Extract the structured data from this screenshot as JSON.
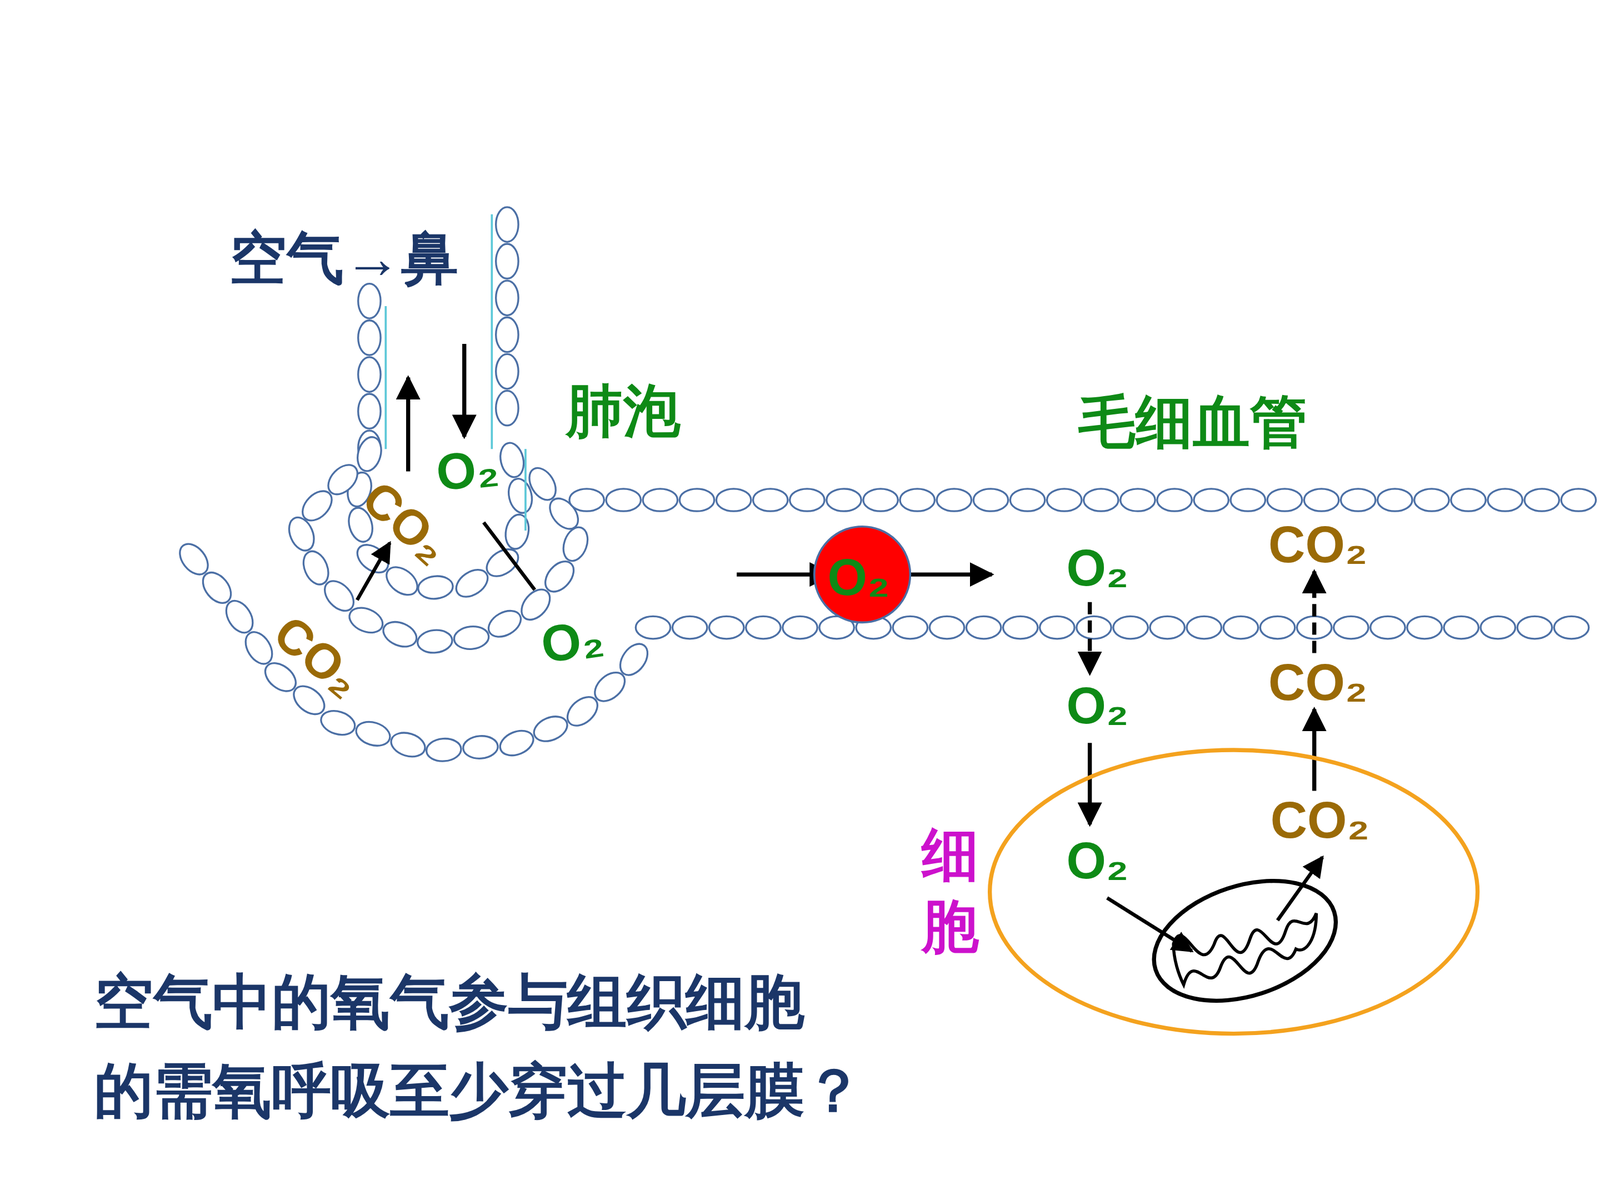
{
  "diagram": {
    "caption": "空气中的氧气参与组织细胞 的需氧呼吸至少穿过几层膜？",
    "nodes": [
      {
        "text": [
          "O₂"
        ]
      },
      {
        "text": [
          "细胞",
          "O₂",
          "CO₂"
        ]
      }
    ],
    "labels": [
      "空气→鼻",
      "肺泡",
      "O₂",
      "CO₂",
      "CO₂",
      "O₂",
      "毛细血管",
      "O₂",
      "CO₂",
      "O₂",
      "CO₂"
    ]
  }
}
